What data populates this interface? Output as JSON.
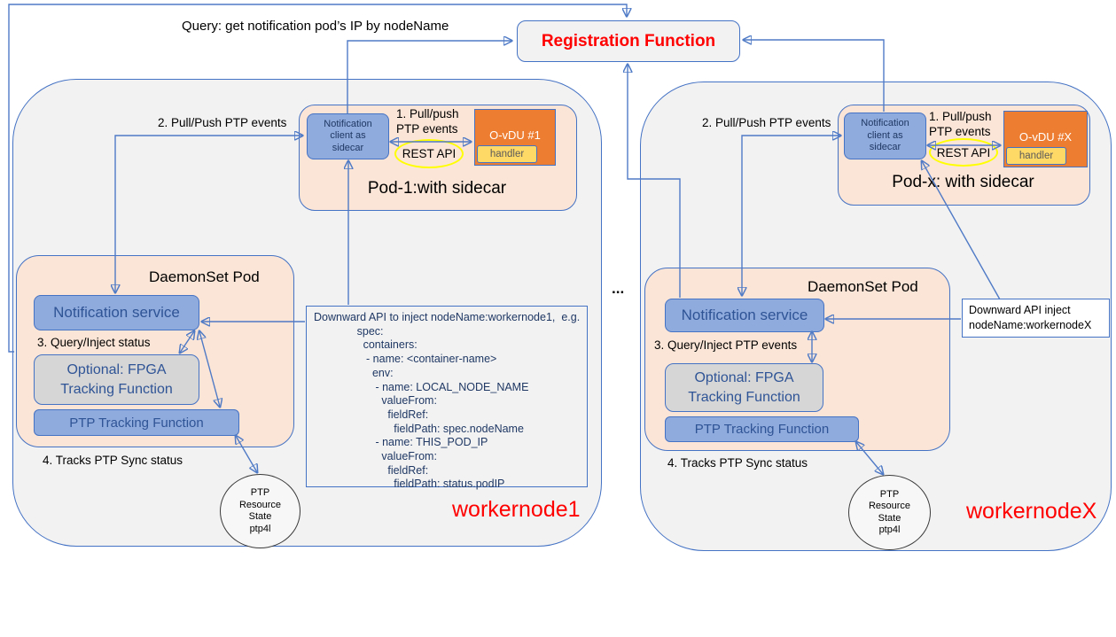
{
  "diagram": {
    "query_label": "Query: get notification pod’s IP by nodeName",
    "registration_label": "Registration Function",
    "ellipsis": "...",
    "left_node": {
      "node_label": "workernode1",
      "step2_label": "2. Pull/Push PTP events",
      "pod": {
        "title": "Pod-1:with sidecar",
        "client_lines": [
          "Notification",
          "client as",
          "sidecar"
        ],
        "step1_lines": [
          "1. Pull/push",
          "PTP events"
        ],
        "rest_api": "REST API",
        "vdu": "O-vDU #1",
        "handler": "handler"
      },
      "daemonset": {
        "title": "DaemonSet Pod",
        "service": "Notification service",
        "step3_label": "3. Query/Inject status",
        "fpga_lines": [
          "Optional: FPGA",
          "Tracking  Function"
        ],
        "ptp": "PTP Tracking Function"
      },
      "step4_label": "4. Tracks PTP Sync status",
      "circle_lines": [
        "PTP",
        "Resource",
        "State",
        "ptp4l"
      ],
      "downward_api_lines": [
        "Downward API to inject nodeName:workernode1,  e.g.",
        "              spec:",
        "                containers:",
        "                 - name: <container-name>",
        "                   env:",
        "                    - name: LOCAL_NODE_NAME",
        "                      valueFrom:",
        "                        fieldRef:",
        "                          fieldPath: spec.nodeName",
        "                    - name: THIS_POD_IP",
        "                      valueFrom:",
        "                        fieldRef:",
        "                          fieldPath: status.podIP"
      ]
    },
    "right_node": {
      "node_label": "workernodeX",
      "step2_label": "2. Pull/Push PTP events",
      "pod": {
        "title": "Pod-x: with sidecar",
        "client_lines": [
          "Notification",
          "client as",
          "sidecar"
        ],
        "step1_lines": [
          "1. Pull/push",
          "PTP events"
        ],
        "rest_api": "REST API",
        "vdu": "O-vDU #X",
        "handler": "handler"
      },
      "daemonset": {
        "title": "DaemonSet Pod",
        "service": "Notification service",
        "step3_label": "3. Query/Inject PTP events",
        "fpga_lines": [
          "Optional: FPGA",
          "Tracking Function"
        ],
        "ptp": "PTP Tracking Function"
      },
      "step4_label": "4. Tracks PTP Sync status",
      "circle_lines": [
        "PTP",
        "Resource",
        "State",
        "ptp4l"
      ],
      "downward_api_lines": [
        "Downward API inject",
        "nodeName:workernodeX"
      ]
    },
    "colors": {
      "accent_blue": "#4472c4",
      "box_blue": "#8faadc",
      "peach": "#fbe5d6",
      "orange": "#ed7d31",
      "handler_yellow": "#ffd966",
      "rest_yellow": "#ffff00",
      "node_gray": "#f2f2f2",
      "fpga_gray": "#d6d6d6",
      "label_red": "#ff0000"
    }
  }
}
